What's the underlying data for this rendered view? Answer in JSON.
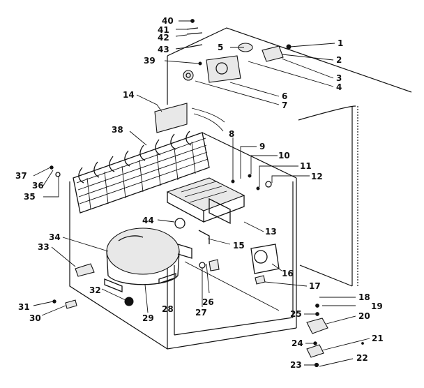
{
  "figure": {
    "callouts": [
      {
        "num": "1"
      },
      {
        "num": "2"
      },
      {
        "num": "3"
      },
      {
        "num": "4"
      },
      {
        "num": "5"
      },
      {
        "num": "6"
      },
      {
        "num": "7"
      },
      {
        "num": "8"
      },
      {
        "num": "9"
      },
      {
        "num": "10"
      },
      {
        "num": "11"
      },
      {
        "num": "12"
      },
      {
        "num": "13"
      },
      {
        "num": "14"
      },
      {
        "num": "15"
      },
      {
        "num": "16"
      },
      {
        "num": "17"
      },
      {
        "num": "18"
      },
      {
        "num": "19"
      },
      {
        "num": "20"
      },
      {
        "num": "21"
      },
      {
        "num": "22"
      },
      {
        "num": "23"
      },
      {
        "num": "24"
      },
      {
        "num": "25"
      },
      {
        "num": "26"
      },
      {
        "num": "27"
      },
      {
        "num": "28"
      },
      {
        "num": "29"
      },
      {
        "num": "30"
      },
      {
        "num": "31"
      },
      {
        "num": "32"
      },
      {
        "num": "33"
      },
      {
        "num": "34"
      },
      {
        "num": "35"
      },
      {
        "num": "36"
      },
      {
        "num": "37"
      },
      {
        "num": "38"
      },
      {
        "num": "39"
      },
      {
        "num": "40"
      },
      {
        "num": "41"
      },
      {
        "num": "42"
      },
      {
        "num": "43"
      },
      {
        "num": "44"
      }
    ]
  }
}
